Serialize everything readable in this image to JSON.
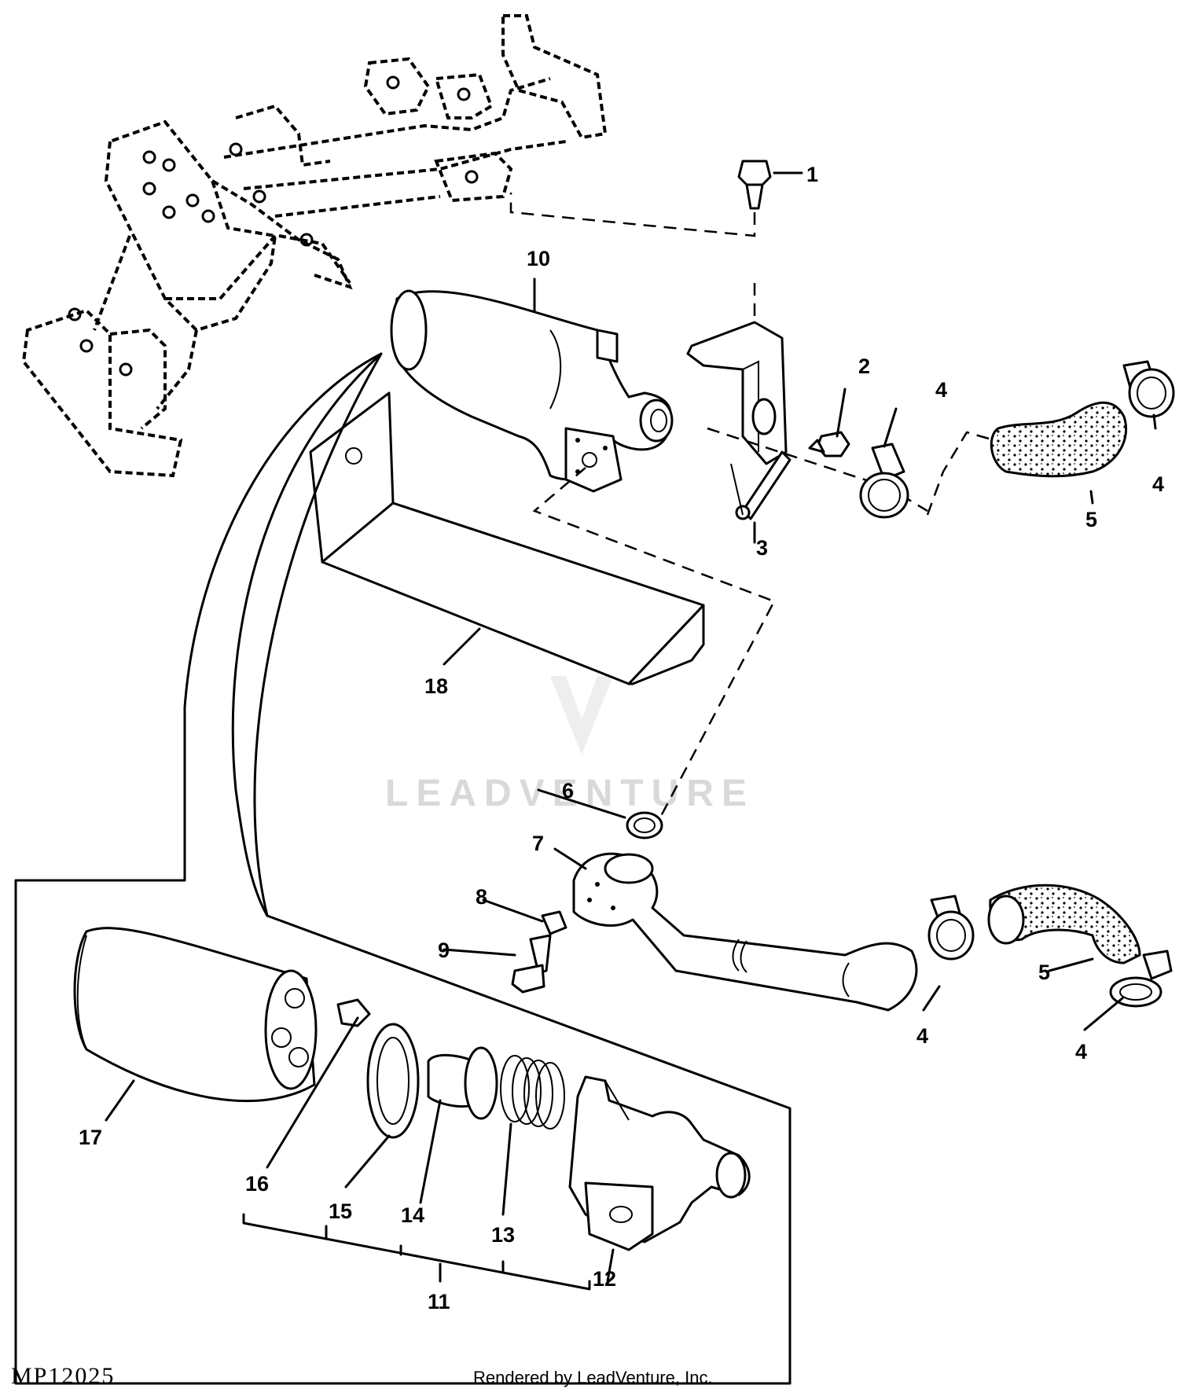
{
  "callouts": [
    {
      "id": "c1",
      "label": "1"
    },
    {
      "id": "c2",
      "label": "2"
    },
    {
      "id": "c3",
      "label": "3"
    },
    {
      "id": "c4a",
      "label": "4"
    },
    {
      "id": "c4b",
      "label": "4"
    },
    {
      "id": "c4c",
      "label": "4"
    },
    {
      "id": "c4d",
      "label": "4"
    },
    {
      "id": "c5a",
      "label": "5"
    },
    {
      "id": "c5b",
      "label": "5"
    },
    {
      "id": "c6",
      "label": "6"
    },
    {
      "id": "c7",
      "label": "7"
    },
    {
      "id": "c8",
      "label": "8"
    },
    {
      "id": "c9",
      "label": "9"
    },
    {
      "id": "c10",
      "label": "10"
    },
    {
      "id": "c11",
      "label": "11"
    },
    {
      "id": "c12",
      "label": "12"
    },
    {
      "id": "c13",
      "label": "13"
    },
    {
      "id": "c14",
      "label": "14"
    },
    {
      "id": "c15",
      "label": "15"
    },
    {
      "id": "c16",
      "label": "16"
    },
    {
      "id": "c17",
      "label": "17"
    },
    {
      "id": "c18",
      "label": "18"
    }
  ],
  "diagram_code": "MP12025",
  "credit": "Rendered by LeadVenture, Inc.",
  "watermark": "LEADVENTURE"
}
